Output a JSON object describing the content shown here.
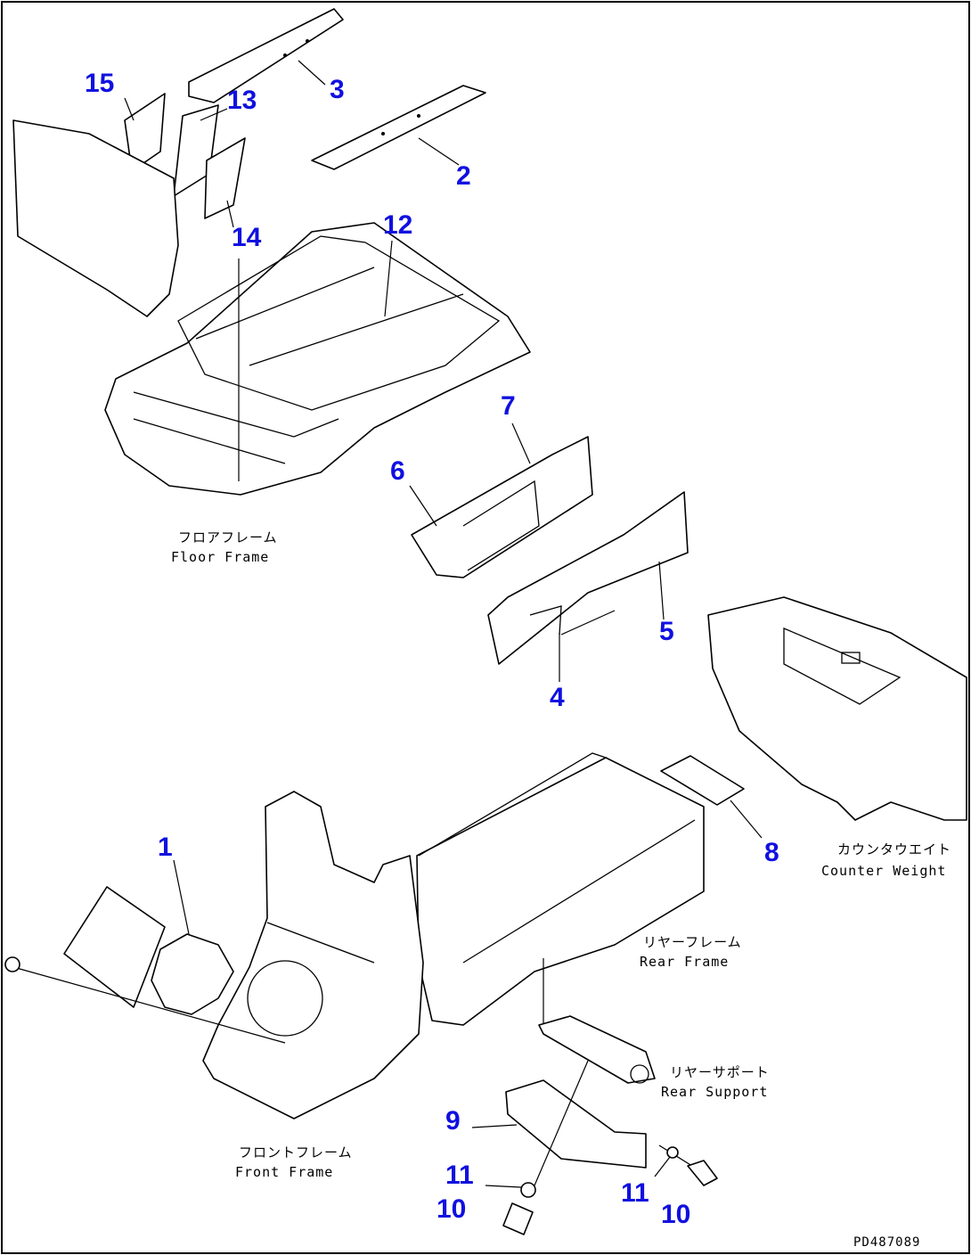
{
  "callouts": {
    "n1": "1",
    "n2": "2",
    "n3": "3",
    "n4": "4",
    "n5": "5",
    "n6": "6",
    "n7": "7",
    "n8": "8",
    "n9": "9",
    "n10a": "10",
    "n10b": "10",
    "n11a": "11",
    "n11b": "11",
    "n12": "12",
    "n13": "13",
    "n14": "14",
    "n15": "15"
  },
  "labels": {
    "floor_frame_jp": "フロアフレーム",
    "floor_frame_en": "Floor Frame",
    "counter_weight_jp": "カウンタウエイト",
    "counter_weight_en": "Counter Weight",
    "rear_frame_jp": "リヤーフレーム",
    "rear_frame_en": "Rear Frame",
    "rear_support_jp": "リヤーサポート",
    "rear_support_en": "Rear Support",
    "front_frame_jp": "フロントフレーム",
    "front_frame_en": "Front Frame"
  },
  "drawing_code": "PD487089",
  "colors": {
    "callout": "#1010e0",
    "line": "#000000"
  }
}
